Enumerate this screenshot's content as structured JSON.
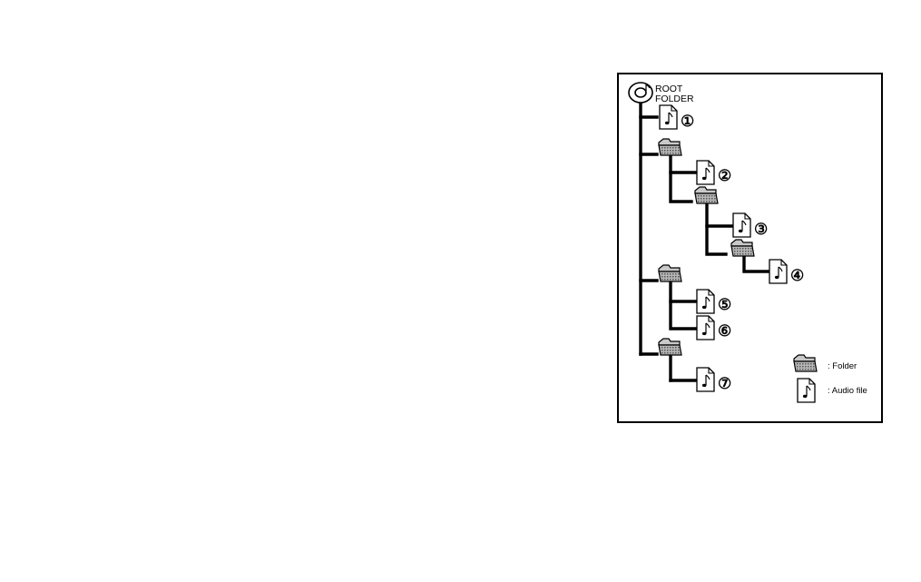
{
  "diagram": {
    "root_label_line1": "ROOT",
    "root_label_line2": "FOLDER",
    "audio_files": [
      "①",
      "②",
      "③",
      "④",
      "⑤",
      "⑥",
      "⑦"
    ],
    "legend": {
      "folder_label": ":  Folder",
      "audio_label": ":  Audio file"
    },
    "icons": {
      "root": "disc-icon",
      "folder": "folder-icon",
      "file": "audio-file-icon"
    },
    "colors": {
      "line": "#000000",
      "folder_fill": "#9a9a9a"
    }
  }
}
